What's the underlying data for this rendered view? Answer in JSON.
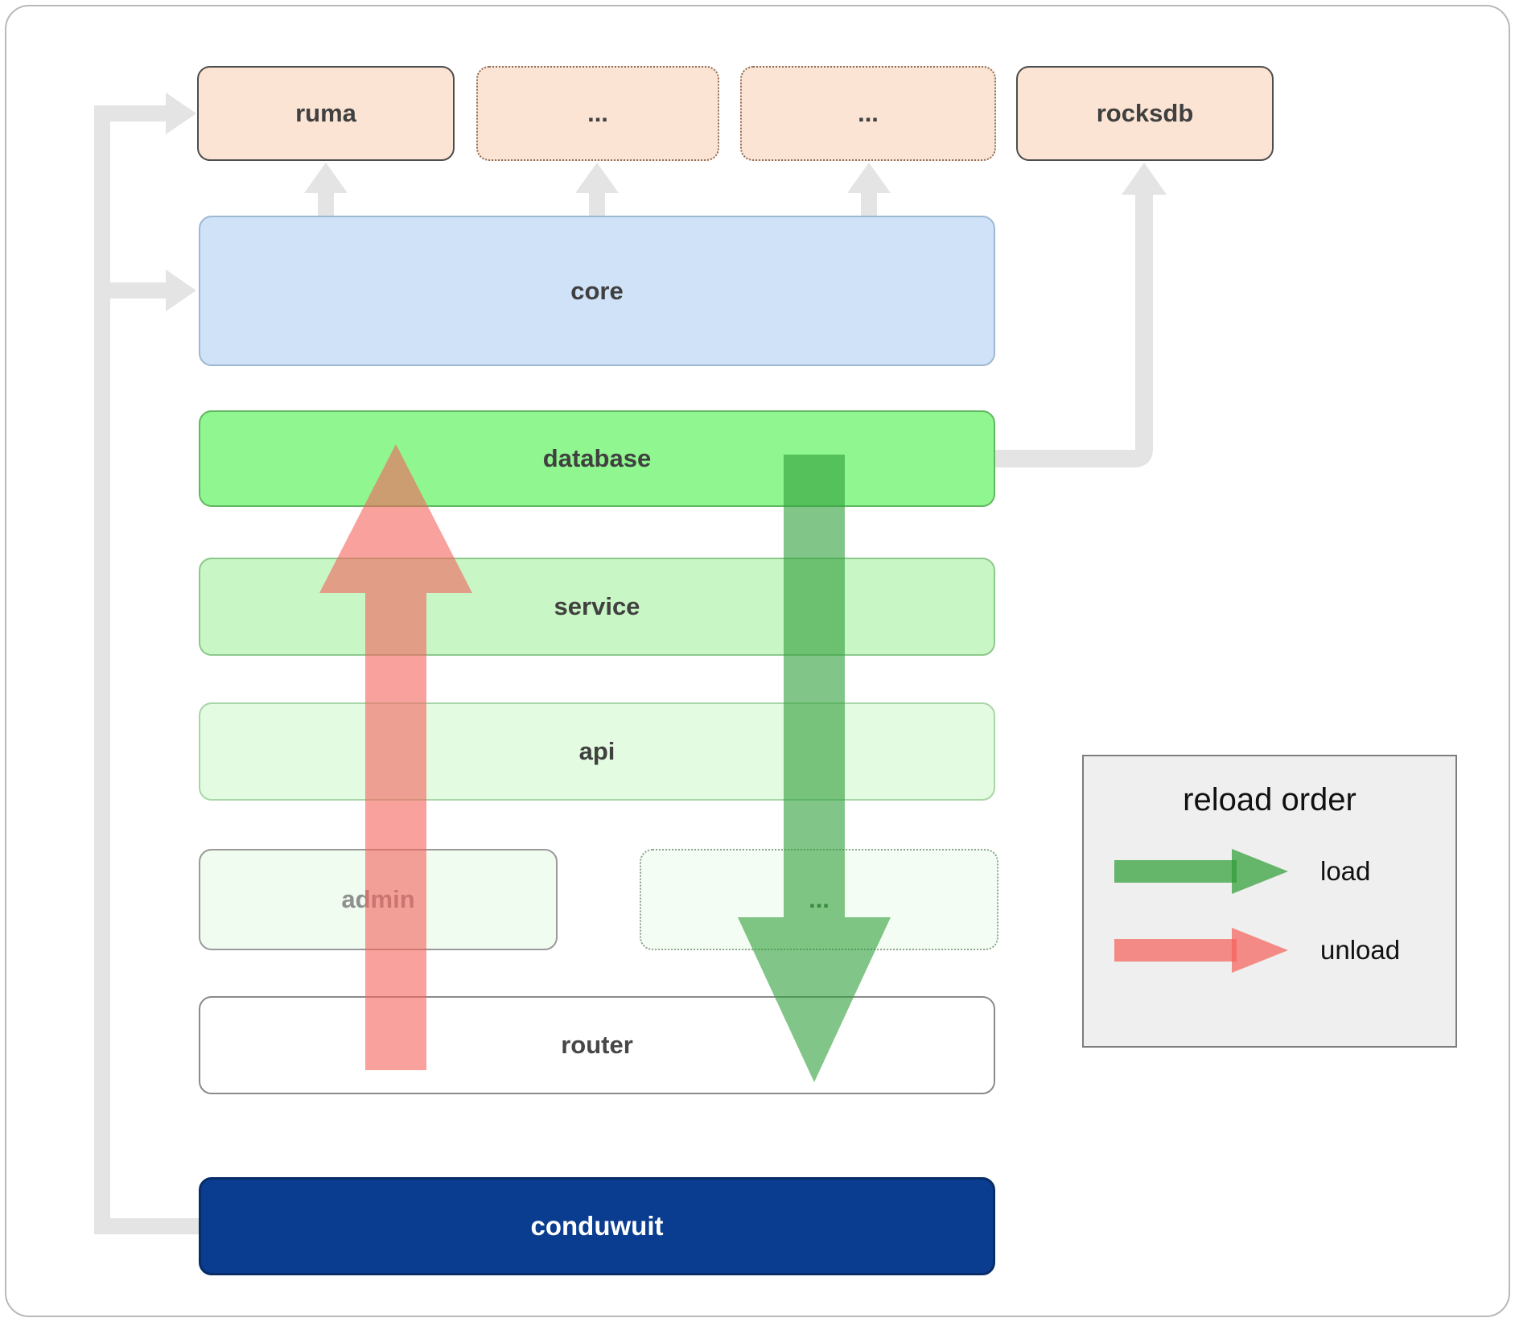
{
  "diagram": {
    "top_row": [
      {
        "label": "ruma"
      },
      {
        "label": "..."
      },
      {
        "label": "..."
      },
      {
        "label": "rocksdb"
      }
    ],
    "layers": {
      "core": "core",
      "database": "database",
      "service": "service",
      "api": "api",
      "admin": "admin",
      "admin_more": "...",
      "router": "router",
      "app": "conduwuit"
    },
    "legend": {
      "title": "reload order",
      "load_label": "load",
      "unload_label": "unload"
    },
    "colors": {
      "load_arrow": "#2f9e38",
      "unload_arrow": "#f4625c",
      "connector": "#e4e4e4",
      "app_fill": "#0a3d8f",
      "core_fill": "#cfe2f7",
      "database_fill": "#90f690",
      "service_fill": "#c9f6c5",
      "api_fill": "#e3fbe0",
      "external_fill": "#fce4d4"
    }
  }
}
